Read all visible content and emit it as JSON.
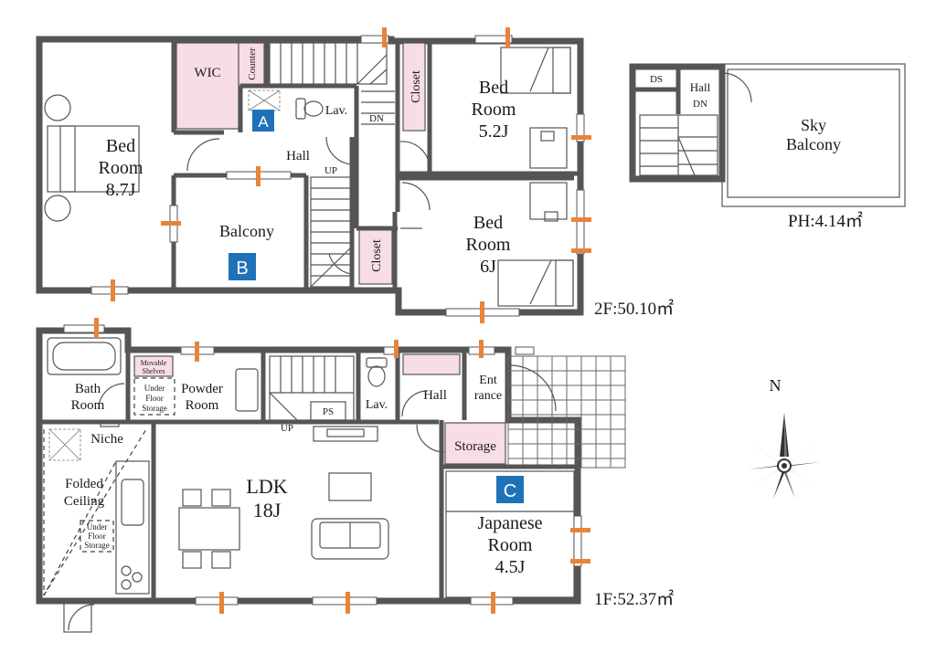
{
  "floor2": {
    "area": "2F:50.10㎡",
    "wic": "WIC",
    "counter": "Counter",
    "lav": "Lav.",
    "dn": "DN",
    "up": "UP",
    "hall": "Hall",
    "closet_top": "Closet",
    "closet_bottom": "Closet",
    "bed_main": [
      "Bed",
      "Room",
      "8.7J"
    ],
    "bed_52": [
      "Bed",
      "Room",
      "5.2J"
    ],
    "bed_6": [
      "Bed",
      "Room",
      "6J"
    ],
    "balcony": "Balcony",
    "marker_a": "A",
    "marker_b": "B"
  },
  "penthouse": {
    "area": "PH:4.14㎡",
    "ds": "DS",
    "hall": "Hall",
    "dn": "DN",
    "sky_balcony": [
      "Sky",
      "Balcony"
    ]
  },
  "floor1": {
    "area": "1F:52.37㎡",
    "bath": [
      "Bath",
      "Room"
    ],
    "movable_shelves": [
      "Movable",
      "Shelves"
    ],
    "under_floor_storage_1": [
      "Under",
      "Floor",
      "Storage"
    ],
    "powder_room": [
      "Powder",
      "Room"
    ],
    "ps": "PS",
    "lav": "Lav.",
    "hall": "Hall",
    "entrance": [
      "Ent",
      "rance"
    ],
    "up": "UP",
    "niche": "Niche",
    "folded_ceiling": [
      "Folded",
      "Ceiling"
    ],
    "under_floor_storage_2": [
      "Under",
      "Floor",
      "Storage"
    ],
    "ldk": [
      "LDK",
      "18J"
    ],
    "storage": "Storage",
    "japanese_room": [
      "Japanese",
      "Room",
      "4.5J"
    ],
    "marker_c": "C"
  },
  "compass": {
    "label": "N"
  },
  "colors": {
    "wall": "#555555",
    "closet_fill": "#f7dde5",
    "marker": "#1f72b8",
    "vent": "#e8843a"
  }
}
